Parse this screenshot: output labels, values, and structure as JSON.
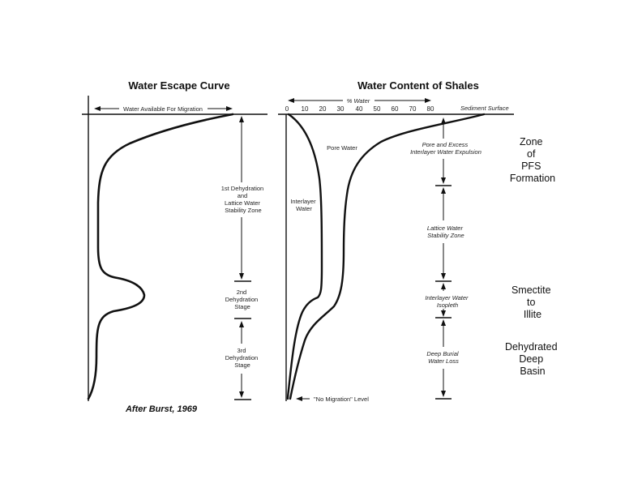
{
  "left_panel": {
    "title": "Water Escape Curve",
    "arrow_label": "Water Available For Migration",
    "stages": [
      [
        "1st Dehydration",
        "and",
        "Lattice Water",
        "Stability Zone"
      ],
      [
        "2nd",
        "Dehydration",
        "Stage"
      ],
      [
        "3rd",
        "Dehydration",
        "Stage"
      ]
    ],
    "credit": "After Burst, 1969"
  },
  "right_panel": {
    "title": "Water Content of Shales",
    "axis_label": "% Water",
    "ticks": [
      "0",
      "10",
      "20",
      "30",
      "40",
      "50",
      "60",
      "70",
      "80"
    ],
    "surface_label": "Sediment Surface",
    "region_labels": {
      "pore_water": "Pore Water",
      "interlayer_water": [
        "Interlayer",
        "Water"
      ]
    },
    "zone_labels": [
      [
        "Pore and Excess",
        "Interlayer Water Expulsion"
      ],
      [
        "Lattice Water",
        "Stability Zone"
      ],
      [
        "Interlayer Water",
        "Isopleth"
      ],
      [
        "Deep Burial",
        "Water Loss"
      ]
    ],
    "no_migration": "\"No Migration\" Level"
  },
  "side_labels": [
    [
      "Zone",
      "of",
      "PFS",
      "Formation"
    ],
    [
      "Smectite",
      "to",
      "Illite"
    ],
    [
      "Dehydrated",
      "Deep",
      "Basin"
    ]
  ]
}
